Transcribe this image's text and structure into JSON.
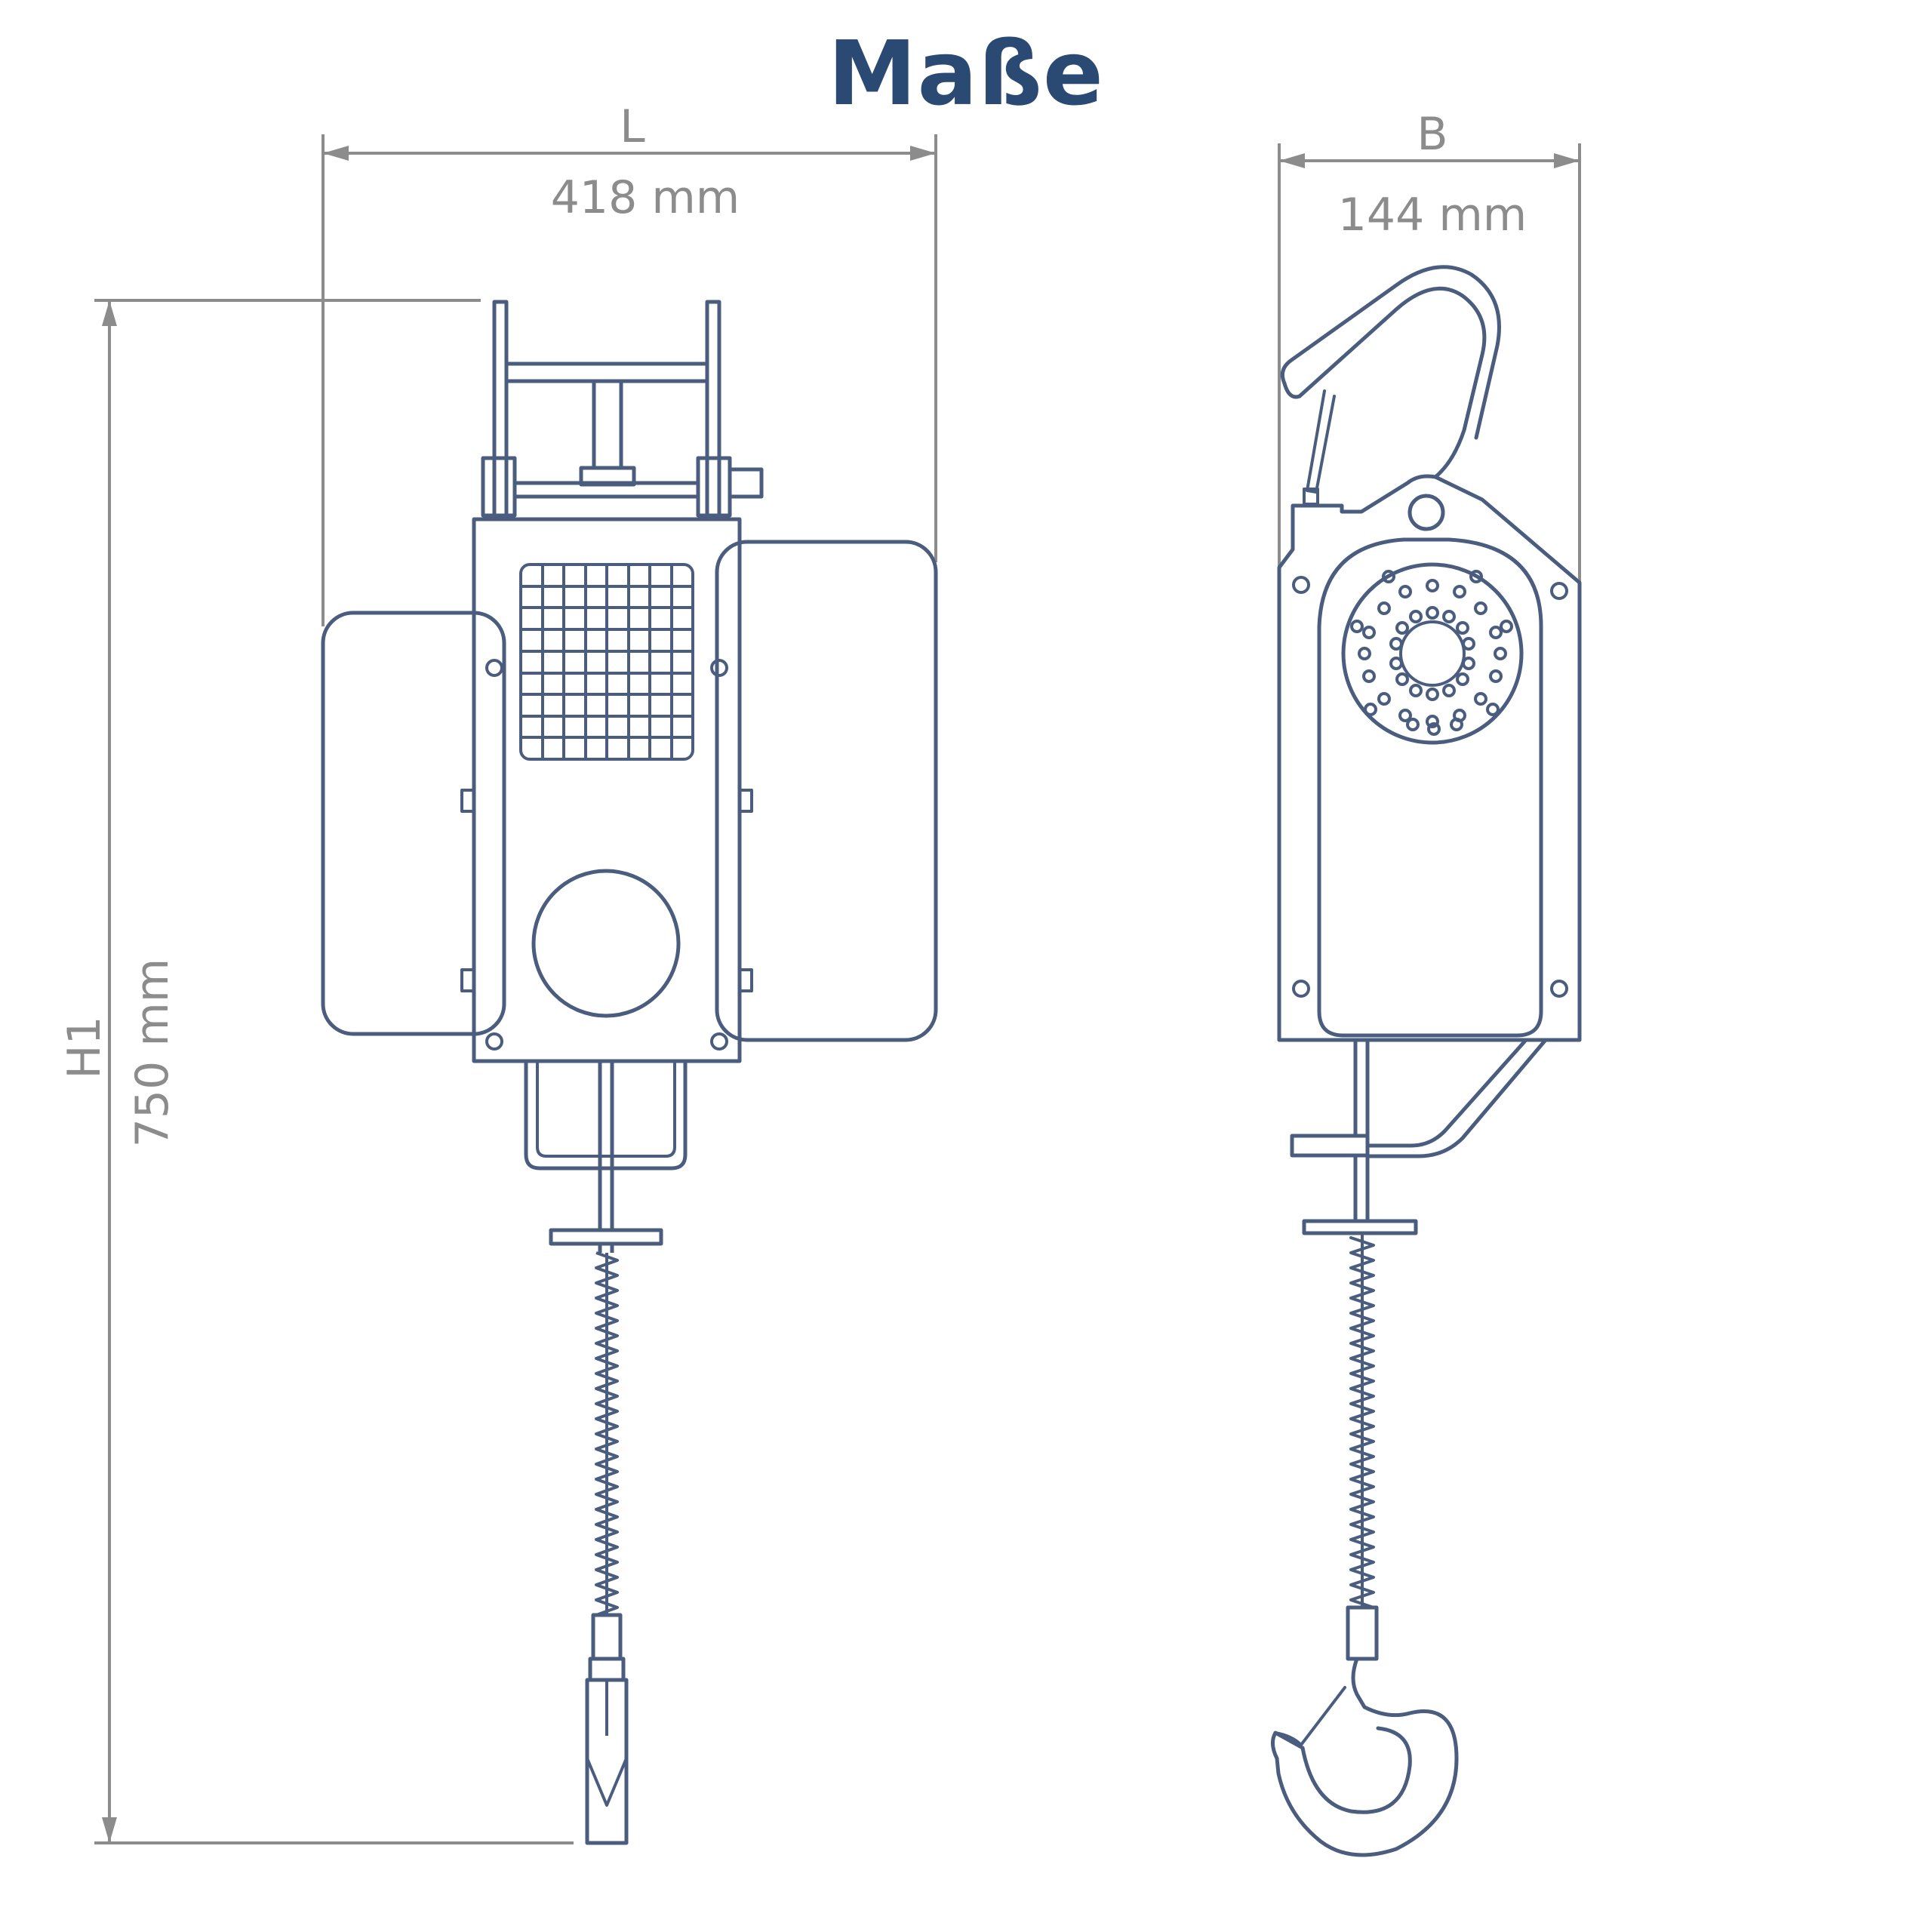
{
  "title": "Maße",
  "colors": {
    "title": "#2b4a73",
    "outline": "#4a5d7e",
    "dimension": "#8c8c8c",
    "background": "#ffffff"
  },
  "dimensions": {
    "length": {
      "label": "L",
      "value": "418 mm"
    },
    "width": {
      "label": "B",
      "value": "144 mm"
    },
    "height": {
      "label": "H1",
      "value": "750 mm"
    }
  }
}
